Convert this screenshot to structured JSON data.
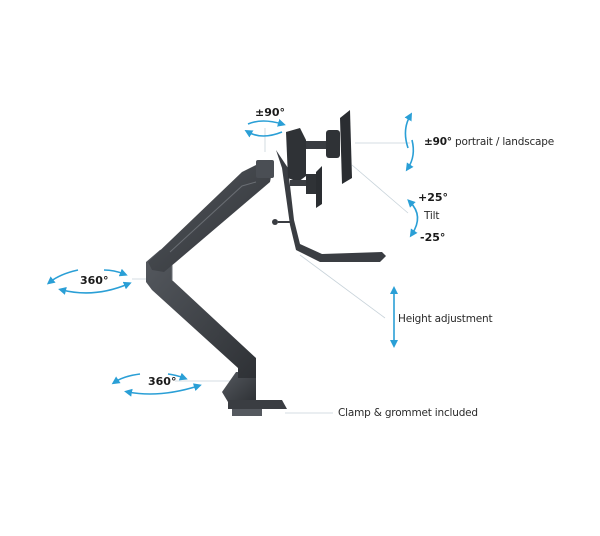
{
  "diagram": {
    "subject": "Monitor arm with adjustment ranges",
    "accent_color": "#2a9fd6",
    "arm_color": "#3a3d42",
    "annotations": {
      "swivel_head": {
        "value": "±90°"
      },
      "rotation": {
        "value": "±90°",
        "label": "portrait / landscape"
      },
      "tilt": {
        "up": "+25°",
        "label": "Tilt",
        "down": "-25°"
      },
      "elbow_swivel": {
        "value": "360°"
      },
      "base_swivel": {
        "value": "360°"
      },
      "height": {
        "label": "Height adjustment"
      },
      "clamp": {
        "label": "Clamp & grommet included"
      }
    }
  }
}
